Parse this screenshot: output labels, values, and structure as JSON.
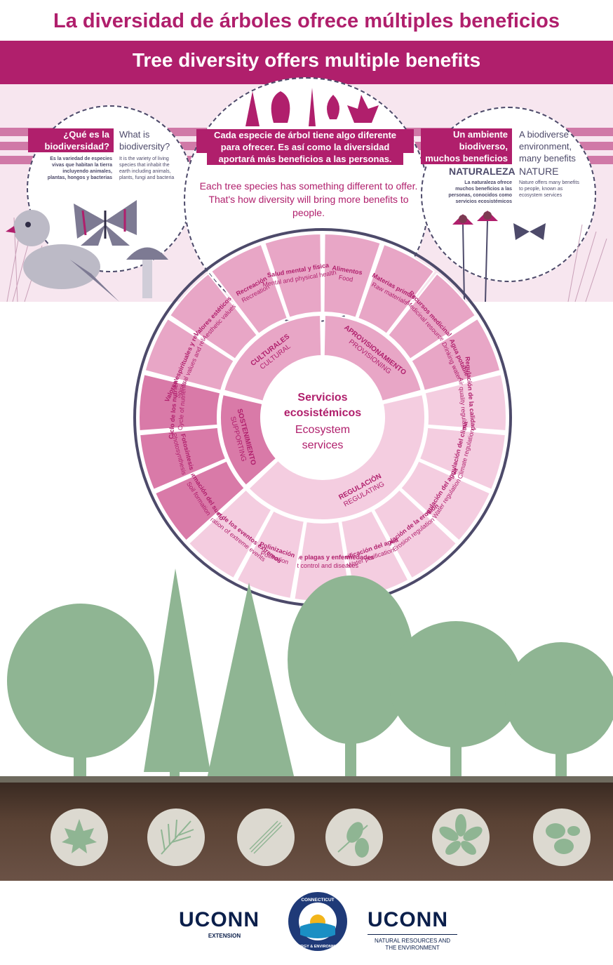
{
  "header": {
    "title_es": "La diversidad de árboles ofrece múltiples beneficios",
    "title_en": "Tree diversity offers multiple benefits"
  },
  "biodiversity": {
    "q_es_1": "¿Qué es la",
    "q_es_2": "biodiversidad?",
    "q_en_1": "What is",
    "q_en_2": "biodiversity?",
    "desc_es": "Es la variedad de especies vivas que habitan la tierra incluyendo animales, plantas, hongos y bacterias",
    "desc_en": "It is the variety of living species that inhabit the earth including animals, plants, fungi and bacteria"
  },
  "center": {
    "es_1": "Cada especie de árbol tiene algo diferente",
    "es_2": "para ofrecer. Es así como la diversidad",
    "es_3": "aportará más beneficios a las personas.",
    "en": "Each tree species has something different to offer. That's how diversity will bring more benefits to people."
  },
  "environment": {
    "es_1": "Un ambiente",
    "es_2": "biodiverso,",
    "es_3": "muchos beneficios",
    "en_1": "A biodiverse",
    "en_2": "environment,",
    "en_3": "many benefits",
    "nature_es": "NATURALEZA",
    "nature_en": "NATURE",
    "nature_desc_es": "La naturaleza ofrece muchos beneficios a las personas, conocidos como servicios ecosistémicos",
    "nature_desc_en": "Nature offers many benefits to people, known as ecosystem services"
  },
  "wheel": {
    "center_es_1": "Servicios",
    "center_es_2": "ecosistémicos",
    "center_en_1": "Ecosystem",
    "center_en_2": "services",
    "categories": [
      {
        "es": "CULTURALES",
        "en": "CULTURAL"
      },
      {
        "es": "APROVISIONAMIENTO",
        "en": "PROVISIONING"
      },
      {
        "es": "REGULACIÓN",
        "en": "REGULATING"
      },
      {
        "es": "SOSTENIMIENTO",
        "en": "SUPPORTING"
      }
    ],
    "segments": [
      {
        "es": "Alimentos",
        "en": "Food"
      },
      {
        "es": "Materias primas",
        "en": "Raw materials"
      },
      {
        "es": "Recursos medicinales",
        "en": "Medicinal resources"
      },
      {
        "es": "Agua potable",
        "en": "Drinking water"
      },
      {
        "es": "Regulación de la calidad del aire",
        "en": "Air quality regulation"
      },
      {
        "es": "Regulación del clima",
        "en": "Climate regulation"
      },
      {
        "es": "Regulación del agua",
        "en": "Water regulation"
      },
      {
        "es": "Regulación de la erosión",
        "en": "Erosion regulation"
      },
      {
        "es": "Purificación del agua",
        "en": "Water purification"
      },
      {
        "es": "Control de plagas y enfermedades",
        "en": "pest control and diseases"
      },
      {
        "es": "Polinización",
        "en": "Pollination"
      },
      {
        "es": "Moderación de los eventos extremos",
        "en": "Moderation of extreme events"
      },
      {
        "es": "Formación del suelo",
        "en": "Soil formation"
      },
      {
        "es": "Fotosíntesis",
        "en": "Photosynthesis"
      },
      {
        "es": "Ciclo de los nutrientes",
        "en": "Cycle of nutrients"
      },
      {
        "es": "Valores espirituales y religiosos",
        "en": "Spiritual values and religious"
      },
      {
        "es": "Valores estéticos",
        "en": "Aesthetic values"
      },
      {
        "es": "Recreación",
        "en": "Recreation"
      },
      {
        "es": "Salud mental y física",
        "en": "Mental and physical health"
      }
    ]
  },
  "logos": {
    "uconn_1": "UCONN",
    "uconn_1_sub": "EXTENSION",
    "seal_top": "CONNECTICUT",
    "seal_bottom": "ENERGY & ENVIRONMENT",
    "uconn_2": "UCONN",
    "uconn_2_sub_1": "NATURAL RESOURCES AND",
    "uconn_2_sub_2": "THE ENVIRONMENT"
  },
  "colors": {
    "magenta": "#b01f6c",
    "pink_dark": "#d97aa8",
    "pink_mid": "#e8a6c6",
    "pink_light": "#f4cde0",
    "navy": "#4d4a6a",
    "tree_green": "#8fb593"
  }
}
